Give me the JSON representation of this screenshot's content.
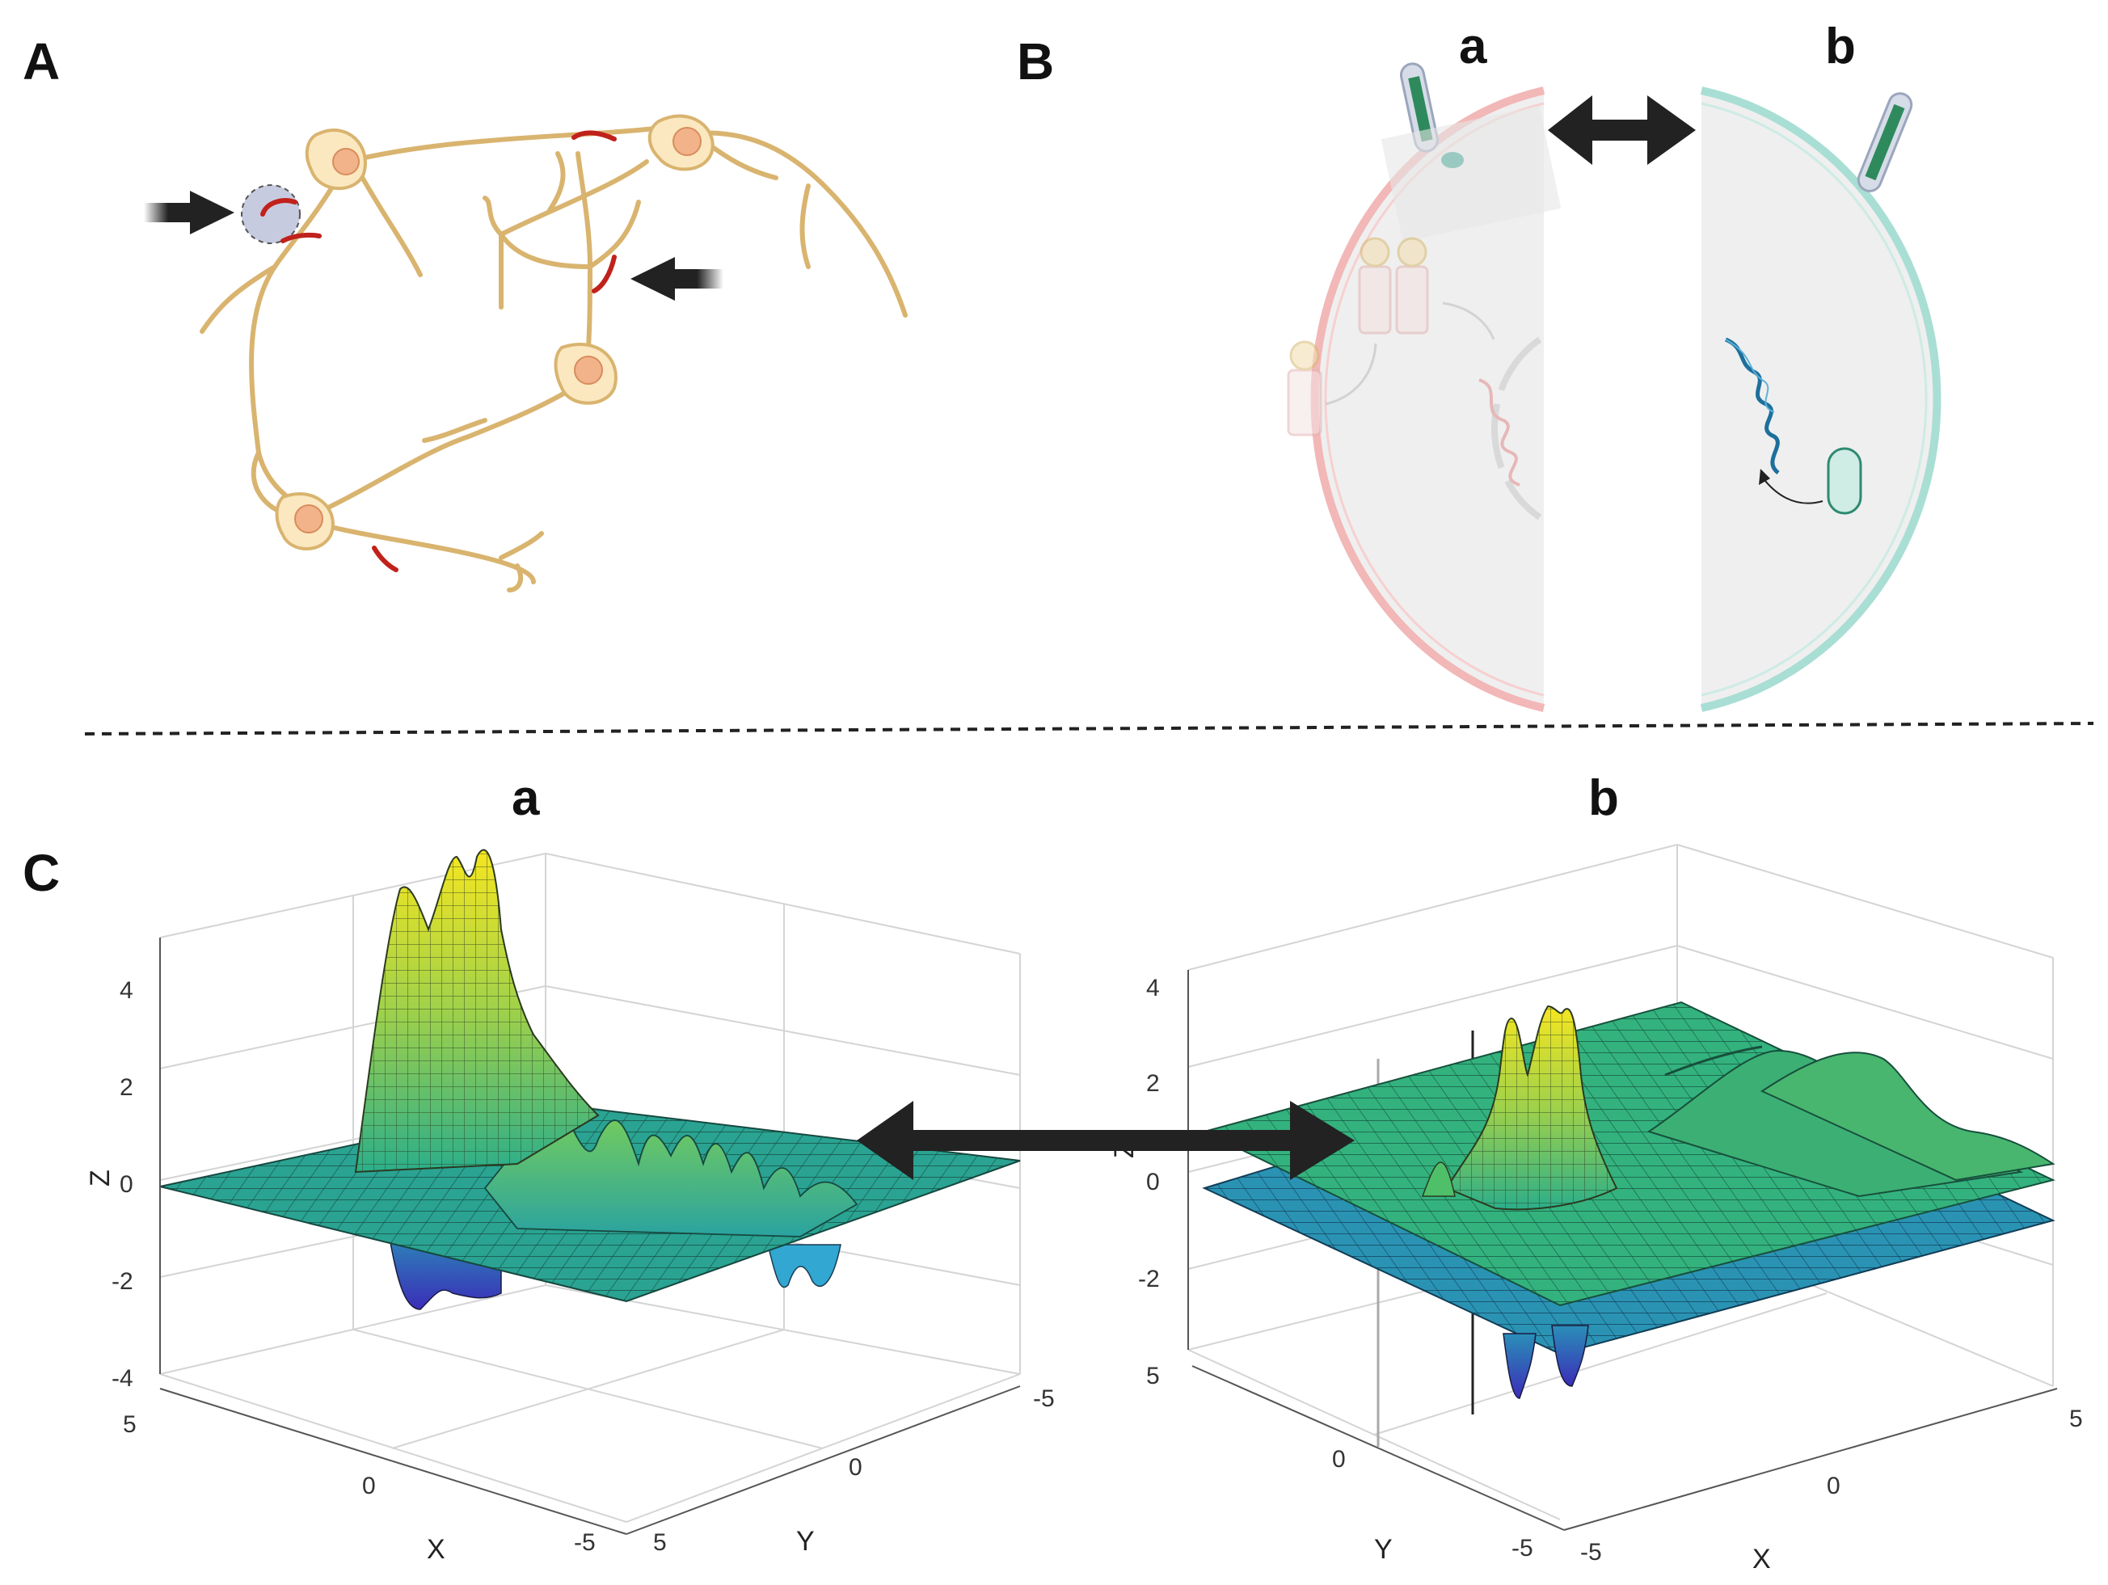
{
  "panels": {
    "A": {
      "letter": "A"
    },
    "B": {
      "letter": "B",
      "sub_a": "a",
      "sub_b": "b"
    },
    "C": {
      "letter": "C",
      "sub_a": "a",
      "sub_b": "b"
    }
  },
  "plot_a": {
    "z_ticks": [
      "4",
      "2",
      "0",
      "-2",
      "-4"
    ],
    "x_ticks": [
      "5",
      "0",
      "-5"
    ],
    "y_ticks": [
      "5",
      "0",
      "-5"
    ],
    "xlabel": "X",
    "ylabel": "Y",
    "zlabel": "Z"
  },
  "plot_b": {
    "z_ticks": [
      "4",
      "2",
      "0",
      "-2"
    ],
    "y_ticks": [
      "5",
      "0",
      "-5"
    ],
    "x_ticks": [
      "-5",
      "0",
      "5"
    ],
    "xlabel": "X",
    "ylabel": "Y",
    "zlabel": "Z"
  },
  "colors": {
    "neuron": "#d9b46f",
    "neuron_fill": "#fbe8c0",
    "synapse": "#c0221b",
    "cell_a_membrane": "#f2b7b7",
    "cell_b_membrane": "#a9ded4",
    "surface_mid": "#2cae8a",
    "surface_peak": "#f6e620",
    "surface_low": "#3b2db8"
  }
}
